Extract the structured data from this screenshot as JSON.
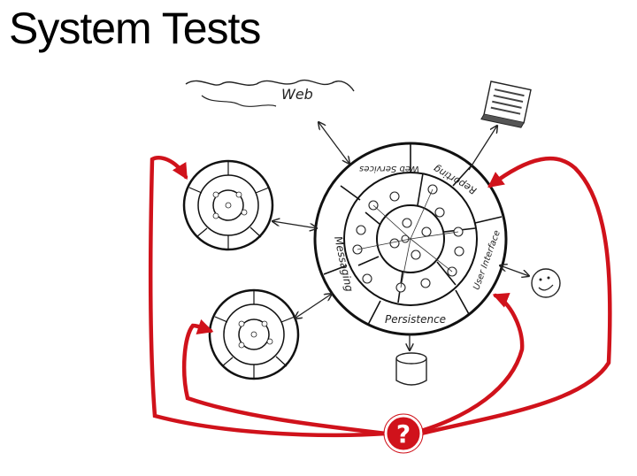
{
  "slide": {
    "title": "System Tests"
  },
  "labels": {
    "web": "Web",
    "persistence": "Persistence",
    "messaging": "Messaging",
    "web_services": "Web Services",
    "reporting": "Reporting",
    "user_interface": "User Interface",
    "question": "?"
  },
  "colors": {
    "accent": "#d0121b",
    "ink": "#222222"
  }
}
